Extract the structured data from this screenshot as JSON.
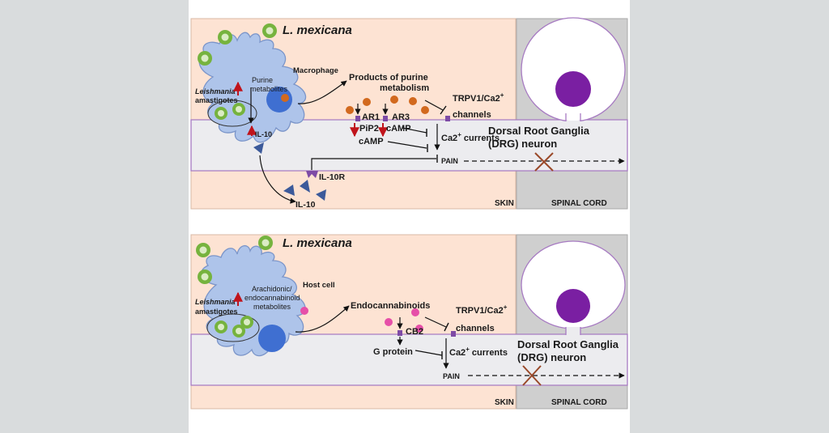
{
  "panels": [
    {
      "species": "L. mexicana",
      "cell_label": "Macrophage",
      "parasite_label_1": "Leishmania",
      "parasite_label_2": "amastigotes",
      "metabolite_line_1": "Purine",
      "metabolite_line_2": "metabolites",
      "products_line_1": "Products of purine",
      "products_line_2": "metabolism",
      "receptor_1": "AR1",
      "receptor_2": "AR3",
      "pip2": "PiP2",
      "camp_1": "cAMP",
      "camp_2": "cAMP",
      "trpv_line_1": "TRPV1/Ca2",
      "trpv_sup": "+",
      "trpv_line_2": "channels",
      "ca_currents": "Ca2",
      "ca_sup": "+",
      "ca_rest": " currents",
      "pain": "PAIN",
      "drg_line_1": "Dorsal Root Ganglia",
      "drg_line_2": "(DRG) neuron",
      "il10_inner": "IL-10",
      "il10r": "IL-10R",
      "il10_out": "IL-10",
      "skin": "SKIN",
      "spinal_cord": "SPINAL CORD"
    },
    {
      "species": "L. mexicana",
      "cell_label": "Host cell",
      "parasite_label_1": "Leishmania",
      "parasite_label_2": "amastigotes",
      "metabolite_line_1": "Arachidonic/",
      "metabolite_line_2": "endocannabinoid",
      "metabolite_line_3": "metabolites",
      "endocannabinoids": "Endocannabinoids",
      "receptor": "CB2",
      "g_protein": "G protein",
      "trpv_line_1": "TRPV1/Ca2",
      "trpv_sup": "+",
      "trpv_line_2": "channels",
      "ca_currents": "Ca2",
      "ca_sup": "+",
      "ca_rest": " currents",
      "pain": "PAIN",
      "drg_line_1": "Dorsal Root Ganglia",
      "drg_line_2": "(DRG) neuron",
      "skin": "SKIN",
      "spinal_cord": "SPINAL CORD"
    }
  ],
  "colors": {
    "skin_bg": "#fde3d3",
    "spinal_bg": "#cfcfcf",
    "axon_fill": "#ececef",
    "axon_stroke": "#a77bc2",
    "cell_fill": "#aec4ea",
    "cell_stroke": "#7b95c9",
    "nucleus": "#3f6fd1",
    "parasite_outer": "#76b33e",
    "parasite_inner": "#dbecc4",
    "purine_dot": "#d2691e",
    "endo_dot": "#e64fa8",
    "receptor": "#7e4ba6",
    "il10": "#3c5a9a",
    "neuron_body": "#7a1fa2",
    "arrow_up": "#c0141c"
  }
}
